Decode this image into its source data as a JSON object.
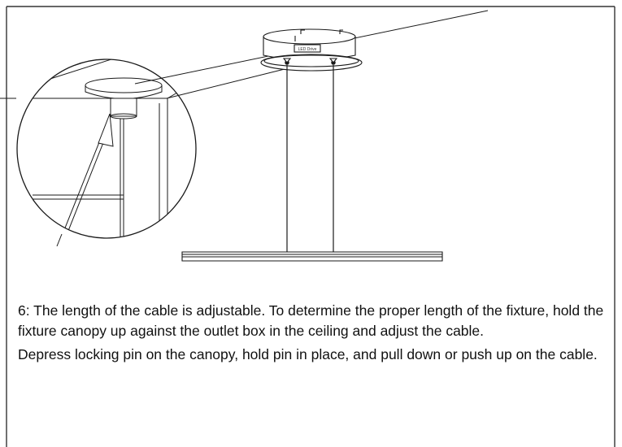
{
  "instruction": {
    "step_paragraph": "6: The length of the cable is adjustable. To determine the proper length of the fixture, hold the fixture canopy up against the outlet box in the ceiling and adjust the cable.",
    "detail_paragraph": "Depress locking pin on the canopy, hold pin in place, and pull down or push up on the cable."
  },
  "diagram": {
    "canopy_label": "LED Drive"
  },
  "colors": {
    "line": "#1a1a1a",
    "border": "#333333",
    "background": "#ffffff"
  }
}
